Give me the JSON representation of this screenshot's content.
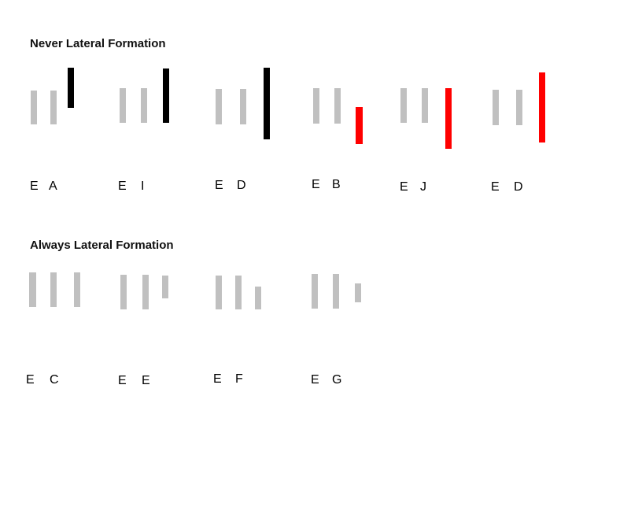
{
  "colors": {
    "background": "#ffffff",
    "gray_bar": "#c0c0c0",
    "black_bar": "#000000",
    "red_bar": "#ff0000"
  },
  "sections": [
    {
      "heading": "Never Lateral Formation",
      "groups": [
        {
          "labels": [
            "E",
            "A"
          ],
          "third_bar_color": "black"
        },
        {
          "labels": [
            "E",
            "I"
          ],
          "third_bar_color": "black"
        },
        {
          "labels": [
            "E",
            "D"
          ],
          "third_bar_color": "black"
        },
        {
          "labels": [
            "E",
            "B"
          ],
          "third_bar_color": "red"
        },
        {
          "labels": [
            "E",
            "J"
          ],
          "third_bar_color": "red"
        },
        {
          "labels": [
            "E",
            "D"
          ],
          "third_bar_color": "red"
        }
      ]
    },
    {
      "heading": "Always Lateral Formation",
      "groups": [
        {
          "labels": [
            "E",
            "C"
          ],
          "third_bar_color": "gray"
        },
        {
          "labels": [
            "E",
            "E"
          ],
          "third_bar_color": "gray"
        },
        {
          "labels": [
            "E",
            "F"
          ],
          "third_bar_color": "gray"
        },
        {
          "labels": [
            "E",
            "G"
          ],
          "third_bar_color": "gray"
        }
      ]
    }
  ]
}
